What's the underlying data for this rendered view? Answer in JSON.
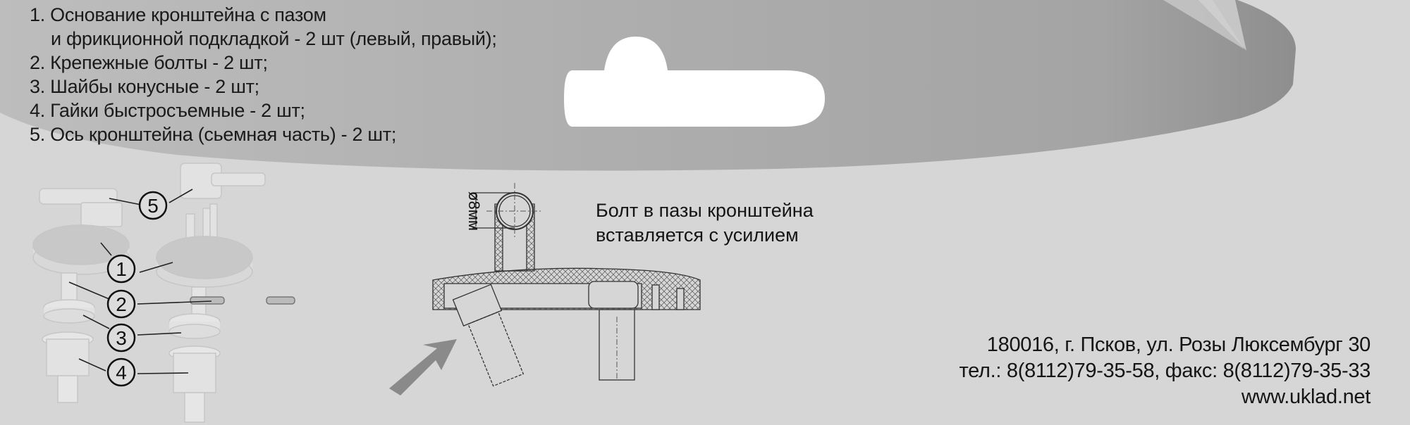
{
  "parts_list": {
    "items": [
      {
        "number": "1.",
        "line1": "Основание кронштейна с пазом",
        "line2": "и фрикционной подкладкой - 2 шт (левый, правый);"
      },
      {
        "number": "2.",
        "line1": "Крепежные болты - 2 шт;"
      },
      {
        "number": "3.",
        "line1": "Шайбы конусные - 2 шт;"
      },
      {
        "number": "4.",
        "line1": "Гайки быстросъемные - 2 шт;"
      },
      {
        "number": "5.",
        "line1": "Ось кронштейна (сьемная часть) - 2 шт;"
      }
    ]
  },
  "exploded_view": {
    "callouts": [
      "5",
      "1",
      "2",
      "3",
      "4"
    ]
  },
  "cross_section": {
    "dimension_label": "ø8мм"
  },
  "note": {
    "line1": "Болт в пазы кронштейна",
    "line2": "вставляется с усилием"
  },
  "contacts": {
    "address": "180016, г. Псков, ул. Розы Люксембург 30",
    "phones": "тел.: 8(8112)79-35-58, факс: 8(8112)79-35-33",
    "website": "www.uklad.net"
  },
  "colors": {
    "background": "#d6d6d6",
    "band": "#a9a9a9",
    "text": "#1a1a1a"
  }
}
